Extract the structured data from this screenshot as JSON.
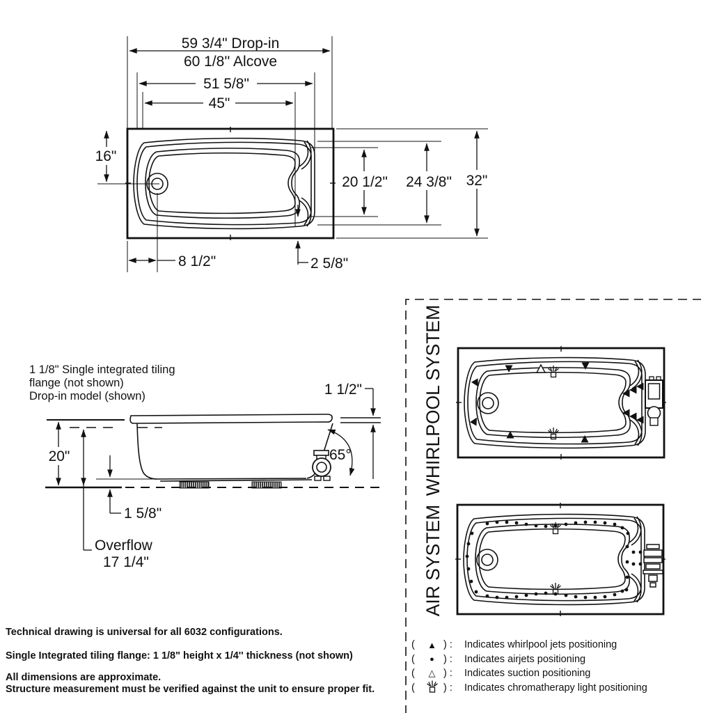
{
  "top_view": {
    "dims": {
      "drop_in": "59 3/4\" Drop-in",
      "alcove": "60 1/8'' Alcove",
      "len_51": "51 5/8\"",
      "len_45": "45\"",
      "w16": "16\"",
      "w20_5": "20 1/2\"",
      "w24_375": "24 3/8\"",
      "w32": "32\"",
      "d8_5": "8 1/2\"",
      "d2_625": "2 5/8\""
    }
  },
  "side_view": {
    "flange_note_line1": "1 1/8\" Single integrated tiling",
    "flange_note_line2": "flange (not shown)",
    "flange_note_line3": "Drop-in model (shown)",
    "dims": {
      "h1_5": "1 1/2\"",
      "h20": "20\"",
      "angle": "65°",
      "h1_625": "1 5/8\"",
      "overflow_label": "Overflow",
      "h17_25": "17 1/4\""
    }
  },
  "systems_panel": {
    "whirlpool_label": "WHIRLPOOL SYSTEM",
    "air_label": "AIR SYSTEM",
    "legend_open": "(",
    "legend_close": ") :",
    "legend": [
      {
        "symbol": "whirlpool-jet-triangle-filled",
        "glyph": "▲",
        "text": "Indicates whirlpool jets positioning"
      },
      {
        "symbol": "airjet-dot-filled",
        "glyph": "●",
        "text": "Indicates airjets positioning"
      },
      {
        "symbol": "suction-triangle-open",
        "glyph": "△",
        "text": "Indicates suction positioning"
      },
      {
        "symbol": "chromatherapy-light",
        "glyph": "",
        "text": "Indicates chromatherapy light positioning"
      }
    ]
  },
  "notes": [
    "Technical drawing is universal for all 6032 configurations.",
    "Single Integrated tiling flange: 1 1/8\" height x 1/4'' thickness (not shown)",
    "All dimensions are approximate.",
    "Structure measurement must be verified against the unit to ensure proper fit."
  ],
  "colors": {
    "ink": "#111111",
    "paper": "#ffffff"
  },
  "diagrams": {
    "whirlpool": {
      "jets": [
        [
          73,
          29,
          180
        ],
        [
          183,
          25,
          180
        ],
        [
          26,
          50,
          150
        ],
        [
          24,
          105,
          30
        ],
        [
          75,
          125,
          0
        ],
        [
          182,
          131,
          0
        ],
        [
          242,
          65,
          270
        ],
        [
          252,
          60,
          270
        ],
        [
          262,
          55,
          270
        ],
        [
          242,
          93,
          270
        ],
        [
          252,
          98,
          270
        ],
        [
          262,
          103,
          270
        ]
      ],
      "suction": [
        [
          119,
          30
        ]
      ],
      "lights": [
        [
          137,
          33
        ],
        [
          137,
          122
        ]
      ]
    },
    "air": {
      "airjets": [
        [
          43,
          27
        ],
        [
          57,
          25
        ],
        [
          71,
          25
        ],
        [
          85,
          26
        ],
        [
          99,
          28
        ],
        [
          113,
          30
        ],
        [
          127,
          31
        ],
        [
          141,
          30
        ],
        [
          156,
          28
        ],
        [
          170,
          26
        ],
        [
          184,
          25
        ],
        [
          198,
          25
        ],
        [
          212,
          26
        ],
        [
          226,
          28
        ],
        [
          237,
          33
        ],
        [
          245,
          41
        ],
        [
          21,
          41
        ],
        [
          16,
          56
        ],
        [
          14,
          74
        ],
        [
          16,
          92
        ],
        [
          20,
          110
        ],
        [
          27,
          125
        ],
        [
          43,
          131
        ],
        [
          57,
          133
        ],
        [
          71,
          133
        ],
        [
          85,
          132
        ],
        [
          99,
          130
        ],
        [
          113,
          128
        ],
        [
          127,
          127
        ],
        [
          141,
          128
        ],
        [
          156,
          130
        ],
        [
          170,
          132
        ],
        [
          184,
          133
        ],
        [
          198,
          133
        ],
        [
          212,
          132
        ],
        [
          226,
          129
        ],
        [
          237,
          124
        ],
        [
          244,
          60
        ],
        [
          244,
          82
        ],
        [
          244,
          104
        ],
        [
          243,
          122
        ],
        [
          253,
          68
        ],
        [
          263,
          68
        ],
        [
          253,
          85
        ],
        [
          263,
          85
        ]
      ],
      "lights": [
        [
          141,
          33
        ],
        [
          141,
          120
        ]
      ]
    }
  }
}
